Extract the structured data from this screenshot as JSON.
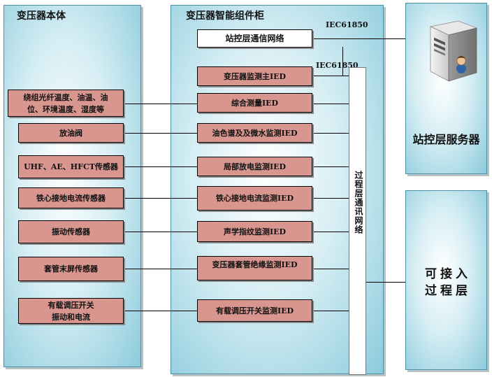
{
  "left_panel": {
    "title": "变压器本体",
    "sensors": [
      {
        "line1": "绕组光纤温度、油温、油",
        "line2": "位、环境温度、湿度等"
      },
      {
        "line1": "放油阀",
        "line2": ""
      },
      {
        "line1": "UHF、AE、HFCT传感器",
        "line2": ""
      },
      {
        "line1": "铁心接地电流传感器",
        "line2": ""
      },
      {
        "line1": "振动传感器",
        "line2": ""
      },
      {
        "line1": "套管末屏传感器",
        "line2": ""
      },
      {
        "line1": "有载调压开关",
        "line2": "振动和电流"
      }
    ]
  },
  "middle_panel": {
    "title": "变压器智能组件柜",
    "station_network": "站控层通信网络",
    "protocol_top": "IEC61850",
    "protocol_bus": "IEC61850",
    "ieds": [
      "变压器监测主IED",
      "综合测量IED",
      "油色谱及及微水监测IED",
      "局部放电监测IED",
      "铁心接地电流监测IED",
      "声学指纹监测IED",
      "变压器套管绝缘监测IED",
      "有载调压开关监测IED"
    ],
    "process_bus_label": "过程层通讯网络"
  },
  "right_panels": {
    "server_label": "站控层服务器",
    "server_icon": "server-computer-with-user-icon",
    "access_line1": "可接入",
    "access_line2": "过程层"
  },
  "colors": {
    "panel_edge": "#8ccbdc",
    "box_fill": "#d8968f",
    "line": "#000000"
  }
}
